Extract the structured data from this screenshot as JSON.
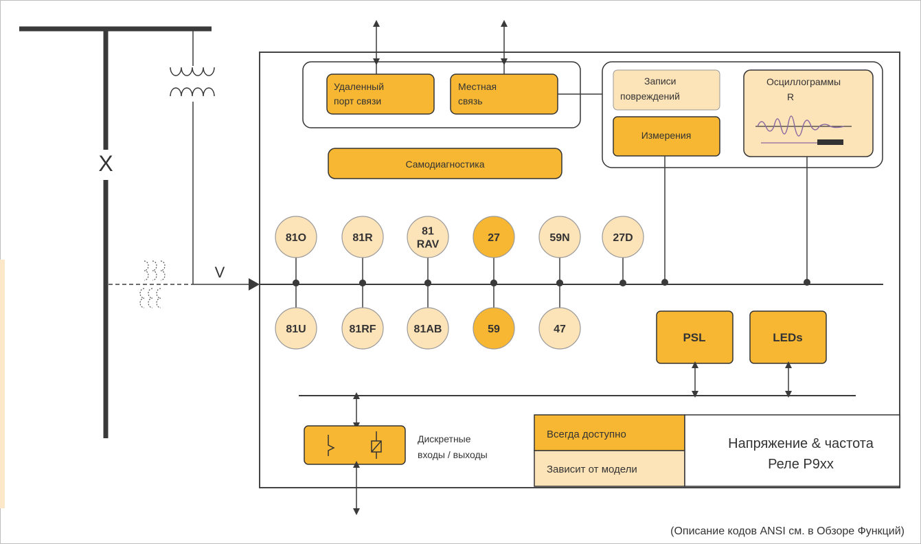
{
  "colors": {
    "always": "#f7b733",
    "model": "#fde3b8",
    "border": "#333333",
    "line": "#3a3a3a",
    "frame": "#bdbdbd",
    "left_accent": "#fce7c8",
    "wave": "#8a6aa0"
  },
  "icons": {
    "voltage_transformer": "vt-coil-icon",
    "current_transformer": "ct-dashed-icon",
    "breaker": "breaker-x-icon",
    "input_contact": "contact-icon",
    "output_relay": "relay-coil-icon",
    "waveform": "waveform-icon"
  },
  "breaker_mark": "X",
  "voltage_label": "V",
  "comms": {
    "remote_port": [
      "Удаленный",
      "порт связи"
    ],
    "local_comm": [
      "Местная",
      "связь"
    ]
  },
  "self_diagnostics": "Самодиагностика",
  "records": {
    "fault_records": [
      "Записи",
      "повреждений"
    ],
    "measurements": "Измерения",
    "disturbance": [
      "Осциллограммы",
      "R"
    ]
  },
  "functions_top": [
    {
      "code": [
        "81O"
      ],
      "availability": "model"
    },
    {
      "code": [
        "81R"
      ],
      "availability": "model"
    },
    {
      "code": [
        "81",
        "RAV"
      ],
      "availability": "model"
    },
    {
      "code": [
        "27"
      ],
      "availability": "always"
    },
    {
      "code": [
        "59N"
      ],
      "availability": "model"
    },
    {
      "code": [
        "27D"
      ],
      "availability": "model"
    }
  ],
  "functions_bottom": [
    {
      "code": [
        "81U"
      ],
      "availability": "model"
    },
    {
      "code": [
        "81RF"
      ],
      "availability": "model"
    },
    {
      "code": [
        "81AB"
      ],
      "availability": "model"
    },
    {
      "code": [
        "59"
      ],
      "availability": "always"
    },
    {
      "code": [
        "47"
      ],
      "availability": "model"
    }
  ],
  "psl": "PSL",
  "leds": "LEDs",
  "io_label": [
    "Дискретные",
    "входы / выходы"
  ],
  "legend": {
    "always_available": "Всегда доступно",
    "model_dependent": "Зависит от модели"
  },
  "product_title": [
    "Напряжение & частота",
    "Реле P9xx"
  ],
  "footnote": "(Описание кодов ANSI см. в Обзоре Функций)"
}
